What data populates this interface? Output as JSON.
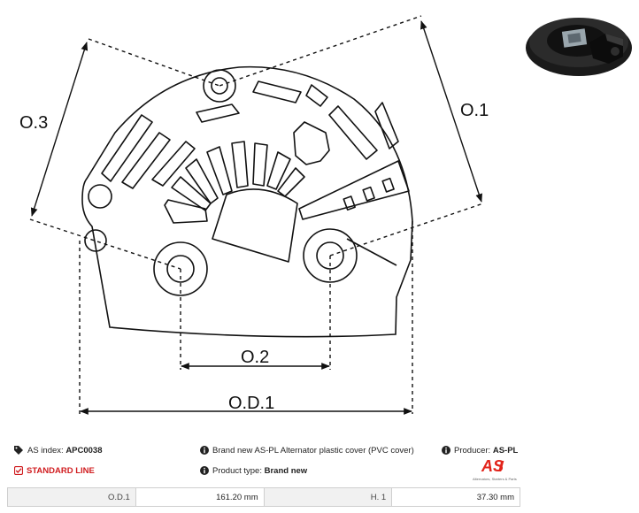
{
  "dimensions": {
    "od1": "O.D.1",
    "o1": "O.1",
    "o2": "O.2",
    "o3": "O.3"
  },
  "info": {
    "as_index_label": "AS index:",
    "as_index_value": "APC0038",
    "description": "Brand new AS-PL Alternator plastic cover (PVC cover)",
    "producer_label": "Producer:",
    "producer_value": "AS-PL",
    "line": "STANDARD LINE",
    "product_type_label": "Product type:",
    "product_type_value": "Brand new"
  },
  "logo": {
    "mark": "AS",
    "tagline": "Alternators, Starters & Parts",
    "brand_color": "#e2231a"
  },
  "specs": [
    {
      "key": "O.D.1",
      "value": "161.20 mm"
    },
    {
      "key": "H. 1",
      "value": "37.30 mm"
    }
  ]
}
